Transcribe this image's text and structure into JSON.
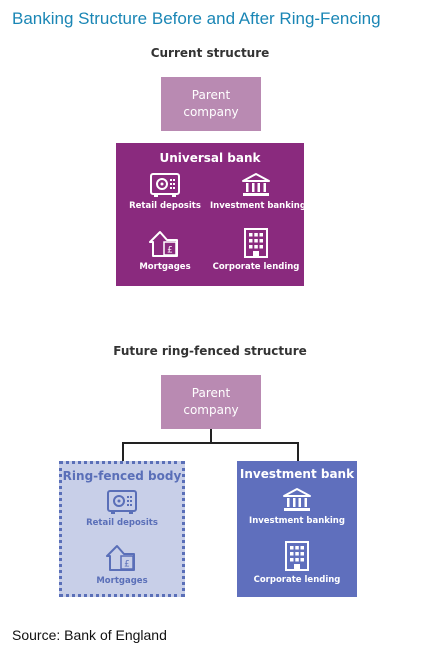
{
  "title": "Banking Structure Before and After Ring-Fencing",
  "current": {
    "label": "Current structure",
    "parent_line1": "Parent",
    "parent_line2": "company",
    "universal_bank": {
      "title": "Universal bank",
      "items": [
        "Retail deposits",
        "Investment banking",
        "Mortgages",
        "Corporate lending"
      ]
    }
  },
  "future": {
    "label": "Future ring-fenced structure",
    "parent_line1": "Parent",
    "parent_line2": "company",
    "ring_fenced": {
      "title": "Ring-fenced body",
      "items": [
        "Retail deposits",
        "Mortgages"
      ]
    },
    "investment_bank": {
      "title": "Investment bank",
      "items": [
        "Investment banking",
        "Corporate lending"
      ]
    }
  },
  "source": "Source: Bank of England",
  "colors": {
    "title": "#1a86b5",
    "parent_box": "#b98ab2",
    "universal_bank": "#8a2a7e",
    "ring_fenced_fill": "#c8cfe8",
    "ring_fenced_border": "#5a6fb8",
    "investment_bank": "#5f6fbd"
  },
  "icons": {
    "retail_deposits": "safe-icon",
    "investment_banking": "bank-building-icon",
    "mortgages": "house-pound-icon",
    "corporate_lending": "office-building-icon"
  }
}
